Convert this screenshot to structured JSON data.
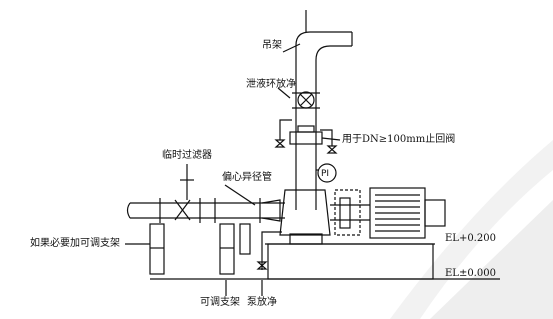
{
  "labels": {
    "hanger": "吊架",
    "drain_vent": "泄液环放净",
    "check_valve_note": "用于DN≥100mm止回阀",
    "temp_filter": "临时过滤器",
    "eccentric_reducer": "偏心异径管",
    "pressure_gauge": "PI",
    "support_if_needed": "如果必要加可调支架",
    "adjustable_support": "可调支架",
    "pump_drain": "泵放净",
    "el_foundation": "EL+0.200",
    "el_ground": "EL±0.000"
  },
  "colors": {
    "line": "#111111",
    "watermark": "#e6e6e6"
  },
  "icons": [
    "valve-icon",
    "check-valve-icon",
    "pressure-gauge-icon",
    "motor-icon",
    "pump-icon",
    "filter-icon"
  ]
}
